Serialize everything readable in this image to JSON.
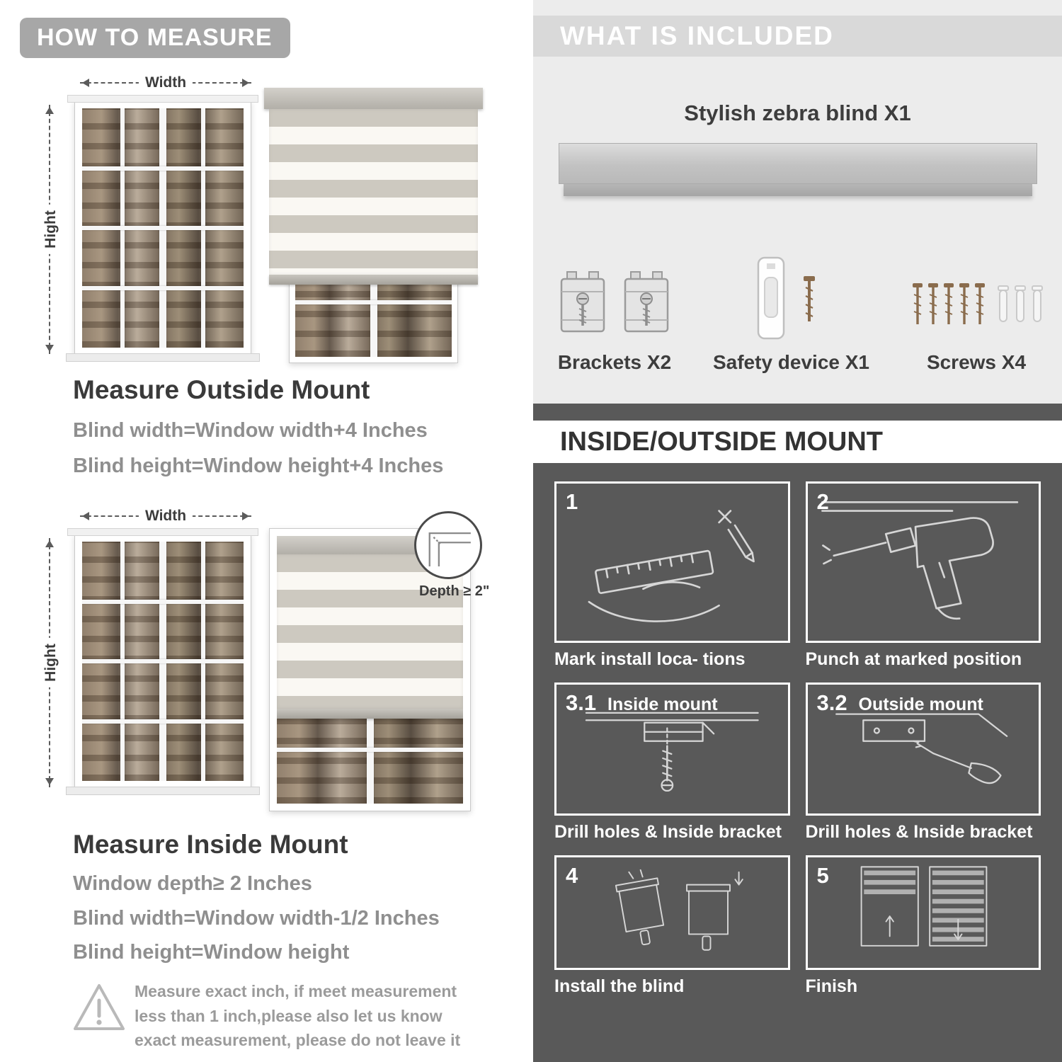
{
  "colors": {
    "banner_gray": "#a7a7a7",
    "included_bg": "#ececec",
    "included_banner": "#d9d9d9",
    "mount_bg": "#595959",
    "heading_text": "#3a3a3a",
    "muted_text": "#8f8f8f"
  },
  "how_to_measure": {
    "banner": "HOW TO MEASURE",
    "outside": {
      "width_label": "Width",
      "height_label": "Hight",
      "title": "Measure Outside Mount",
      "line1": "Blind width=Window width+4 Inches",
      "line2": "Blind height=Window height+4 Inches"
    },
    "inside": {
      "width_label": "Width",
      "height_label": "Hight",
      "depth_label": "Depth ≥ 2\"",
      "title": "Measure Inside Mount",
      "line1": "Window depth≥ 2 Inches",
      "line2": "Blind width=Window width-1/2 Inches",
      "line3": "Blind height=Window height"
    },
    "warning_text": "Measure exact inch, if meet measurement less than 1 inch,please also let us know exact measurement, please do not leave it"
  },
  "included": {
    "banner": "WHAT IS INCLUDED",
    "product_label": "Stylish zebra blind X1",
    "items": [
      {
        "label": "Brackets X2"
      },
      {
        "label": "Safety device X1"
      },
      {
        "label": "Screws X4"
      }
    ]
  },
  "mount_guide": {
    "banner": "INSIDE/OUTSIDE MOUNT",
    "steps": [
      {
        "num": "1",
        "sublabel": "",
        "caption": "Mark install loca- tions"
      },
      {
        "num": "2",
        "sublabel": "",
        "caption": "Punch at marked position"
      },
      {
        "num": "3.1",
        "sublabel": "Inside mount",
        "caption": "Drill holes & Inside bracket"
      },
      {
        "num": "3.2",
        "sublabel": "Outside mount",
        "caption": "Drill holes & Inside bracket"
      },
      {
        "num": "4",
        "sublabel": "",
        "caption": "Install the blind"
      },
      {
        "num": "5",
        "sublabel": "",
        "caption": "Finish"
      }
    ]
  }
}
